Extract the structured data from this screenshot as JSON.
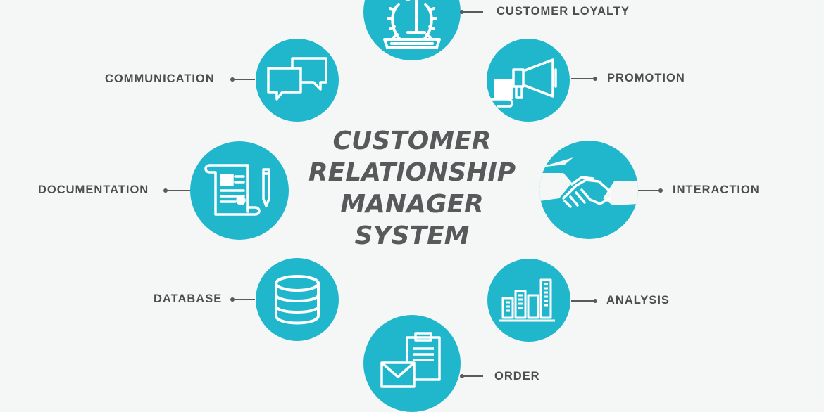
{
  "title": {
    "line1": "CUSTOMER",
    "line2": "RELATIONSHIP",
    "line3": "MANAGER",
    "line4": "SYSTEM"
  },
  "nodes": {
    "customer_loyalty": {
      "label": "CUSTOMER LOYALTY",
      "icon": "first-place-laurel-icon"
    },
    "promotion": {
      "label": "PROMOTION",
      "icon": "megaphone-icon"
    },
    "interaction": {
      "label": "INTERACTION",
      "icon": "handshake-icon"
    },
    "analysis": {
      "label": "ANALYSIS",
      "icon": "bar-chart-icon"
    },
    "order": {
      "label": "ORDER",
      "icon": "clipboard-envelope-icon"
    },
    "database": {
      "label": "DATABASE",
      "icon": "database-icon"
    },
    "documentation": {
      "label": "DOCUMENTATION",
      "icon": "document-pen-icon"
    },
    "communication": {
      "label": "COMMUNICATION",
      "icon": "speech-bubbles-icon"
    }
  },
  "colors": {
    "node_fill": "#20b7cd",
    "icon_stroke": "#ffffff",
    "text": "#4d4d4f",
    "background": "#f5f7f7"
  }
}
